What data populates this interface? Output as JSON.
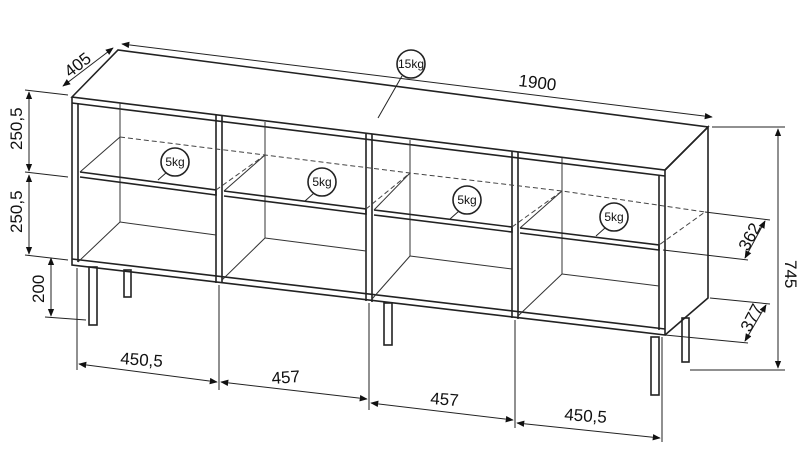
{
  "dimensions": {
    "depth": "405",
    "width": "1900",
    "upper_compartment_height": "250,5",
    "lower_compartment_height": "250,5",
    "leg_height": "200",
    "total_height": "745",
    "shelf_depth": "362",
    "inner_depth": "377",
    "bottom_widths": [
      "450,5",
      "457",
      "457",
      "450,5"
    ]
  },
  "loads": {
    "top": "15kg",
    "shelves": [
      "5kg",
      "5kg",
      "5kg",
      "5kg"
    ]
  }
}
